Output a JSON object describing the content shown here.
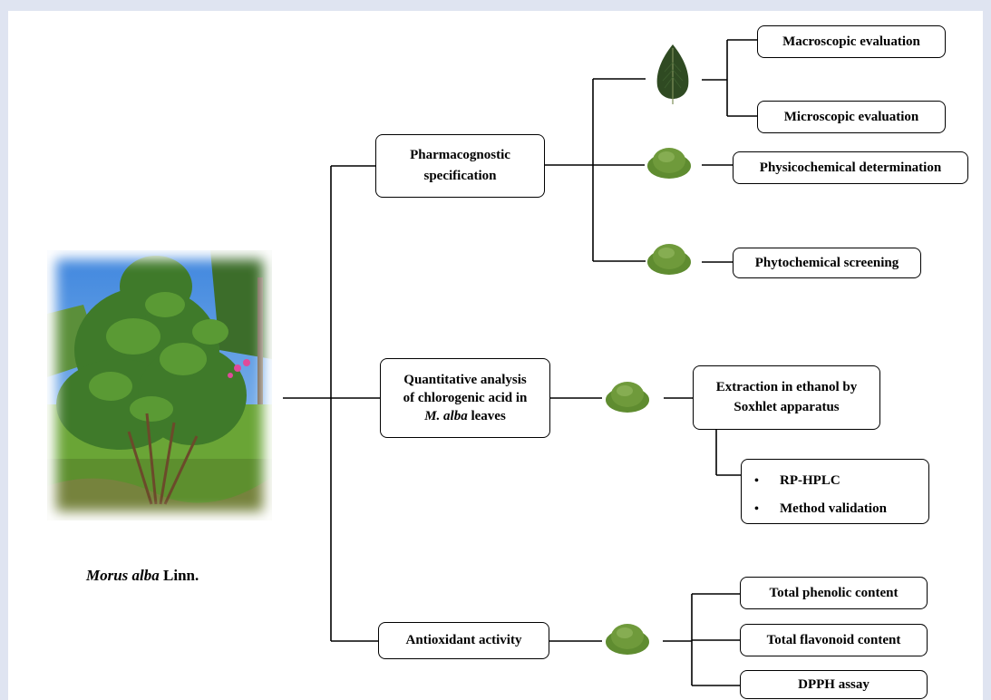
{
  "plant": {
    "name_italic": "Morus alba",
    "name_rest": " Linn."
  },
  "branches": {
    "pharmacognostic": {
      "label_line1": "Pharmacognostic",
      "label_line2": "specification",
      "items": {
        "macroscopic": "Macroscopic evaluation",
        "microscopic": "Microscopic evaluation",
        "physicochemical": "Physicochemical determination",
        "phytochemical": "Phytochemical screening"
      }
    },
    "quantitative": {
      "label_line1": "Quantitative analysis",
      "label_line2": "of chlorogenic acid in",
      "label_line3_italic": "M. alba",
      "label_line3_rest": " leaves",
      "extraction_line1": "Extraction in ethanol by",
      "extraction_line2": "Soxhlet apparatus",
      "methods": [
        "RP-HPLC",
        "Method validation"
      ],
      "bullet": "•"
    },
    "antioxidant": {
      "label": "Antioxidant activity",
      "items": {
        "phenolic": "Total phenolic content",
        "flavonoid": "Total flavonoid content",
        "dpph": "DPPH assay"
      }
    }
  },
  "colors": {
    "powder": "#6f9a3b",
    "leaf": "#2f4a22",
    "page_bg": "#dfe4f1",
    "sky": "#5c9be0",
    "grass": "#6aa536"
  },
  "icons": [
    "leaf-icon",
    "powder-icon"
  ]
}
